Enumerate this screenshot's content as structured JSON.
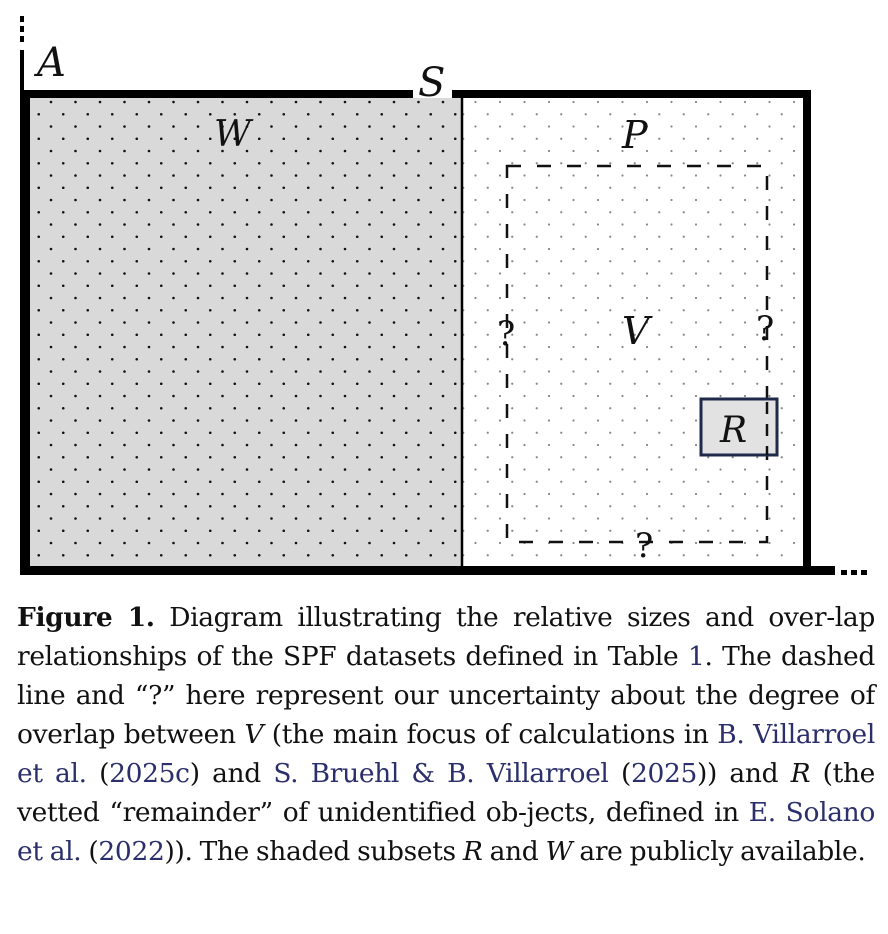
{
  "figure": {
    "labels": {
      "A": "A",
      "S": "S",
      "W": "W",
      "P": "P",
      "V": "V",
      "R": "R",
      "uncertainty_left": "?",
      "uncertainty_right": "?",
      "uncertainty_bottom": "?"
    },
    "colors": {
      "frame": "#000000",
      "shaded_fill": "#d9d9d9",
      "shaded_dot": "#111111",
      "unshaded_fill": "#ffffff",
      "unshaded_dot": "#888888",
      "r_border": "#1f2a4a",
      "r_fill": "#e2e2e2",
      "dashed_line": "#111111"
    },
    "regions": [
      {
        "id": "A",
        "description": "all images / outer region, extends beyond frame (dotted continuation)"
      },
      {
        "id": "S",
        "description": "subset split boundary at top"
      },
      {
        "id": "W",
        "description": "shaded subset, left portion",
        "shaded": true
      },
      {
        "id": "P",
        "description": "unshaded subset, right portion",
        "shaded": false
      },
      {
        "id": "V",
        "description": "dashed uncertain region inside P",
        "shaded": false
      },
      {
        "id": "R",
        "description": "small shaded box within P overlapping V boundary",
        "shaded": true
      }
    ]
  },
  "caption": {
    "label": "Figure 1.",
    "parts": {
      "p1": " Diagram illustrating the relative sizes and over-lap relationships of the SPF datasets defined in Table ",
      "table_ref": "1",
      "p2": ".  The dashed line and “?”  here represent our uncertainty about the degree of overlap between ",
      "var_V": "V",
      "p3": " (the main focus of calculations in ",
      "cite1": "B. Villarroel et al.",
      "p4": " (",
      "cite1_year": "2025c",
      "p5": ") and ",
      "cite2": "S. Bruehl & B. Villarroel",
      "p6": " (",
      "cite2_year": "2025",
      "p7": ")) and ",
      "var_R": "R",
      "p8": " (the vetted “remainder” of unidentified ob-jects, defined in ",
      "cite3": "E. Solano et al.",
      "p9": " (",
      "cite3_year": "2022",
      "p10": ")).  The shaded subsets ",
      "var_R2": "R",
      "p11": " and ",
      "var_W": "W",
      "p12": " are publicly available."
    }
  }
}
